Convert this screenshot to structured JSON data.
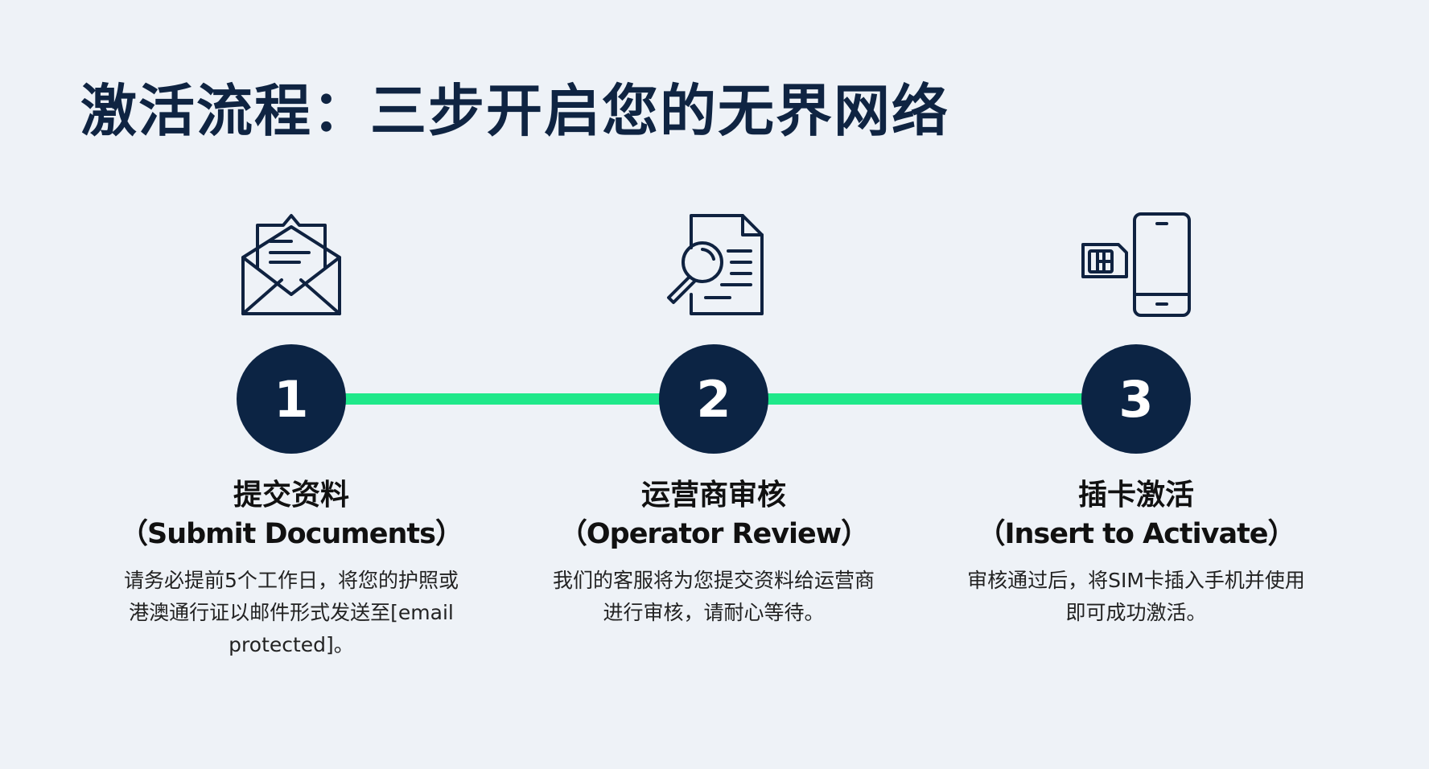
{
  "title": "激活流程：三步开启您的无界网络",
  "colors": {
    "navy": "#0c2444",
    "accent": "#1fe88a",
    "background": "#eef2f7"
  },
  "steps": [
    {
      "number": "1",
      "icon": "envelope-document-icon",
      "title_cn": "提交资料",
      "title_en": "（Submit Documents）",
      "description": "请务必提前5个工作日，将您的护照或港澳通行证以邮件形式发送至[email protected]。"
    },
    {
      "number": "2",
      "icon": "document-search-icon",
      "title_cn": "运营商审核",
      "title_en": "（Operator Review）",
      "description": "我们的客服将为您提交资料给运营商进行审核，请耐心等待。"
    },
    {
      "number": "3",
      "icon": "sim-card-phone-icon",
      "title_cn": "插卡激活",
      "title_en": "（Insert to Activate）",
      "description": "审核通过后，将SIM卡插入手机并使用即可成功激活。"
    }
  ]
}
